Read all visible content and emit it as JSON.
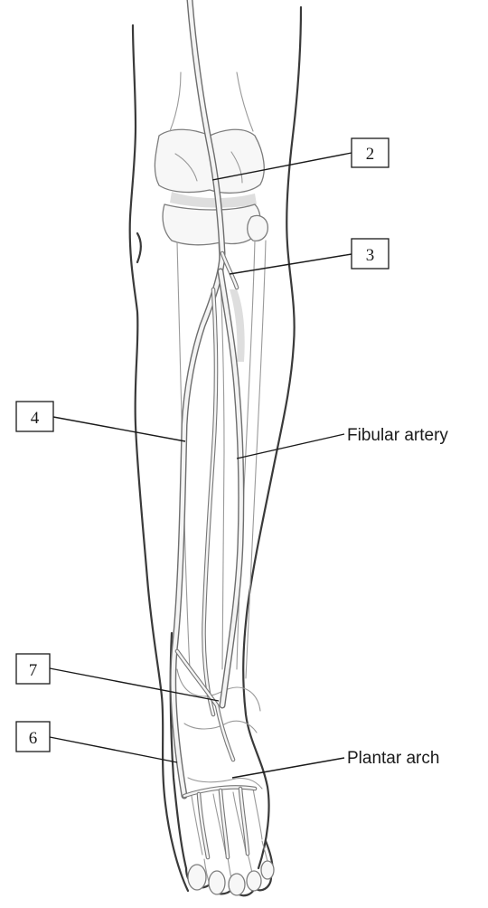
{
  "labels": {
    "box_2": "2",
    "box_3": "3",
    "box_4": "4",
    "box_7": "7",
    "box_6": "6",
    "fibular_artery": "Fibular artery",
    "plantar_arch": "Plantar arch"
  }
}
